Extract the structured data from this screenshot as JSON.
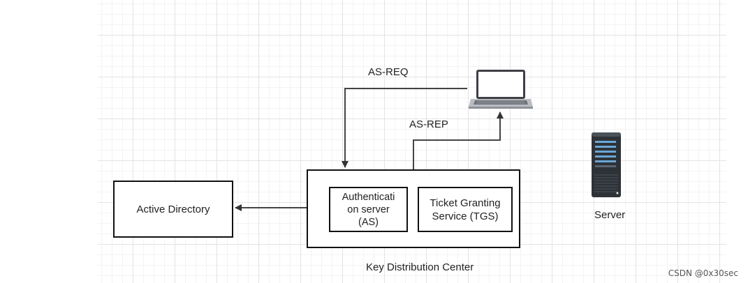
{
  "nodes": {
    "active_directory": "Active Directory",
    "kdc": "Key Distribution Center",
    "as_box": "Authenticati\non server\n(AS)",
    "tgs_box": "Ticket Granting\nService (TGS)",
    "server": "Server"
  },
  "edges": {
    "as_req": "AS-REQ",
    "as_rep": "AS-REP"
  },
  "icons": {
    "client": "laptop-icon",
    "server": "server-rack-icon"
  },
  "watermark": "CSDN @0x30sec"
}
